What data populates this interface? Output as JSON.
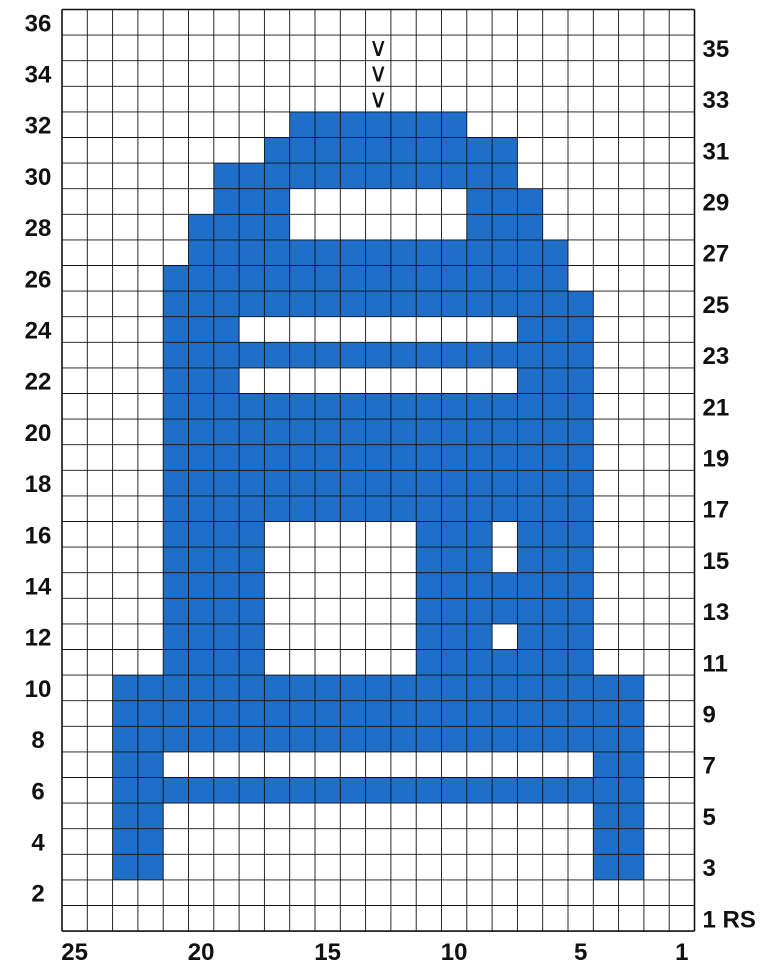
{
  "chart": {
    "columns": 25,
    "rows": 36,
    "fill_color": "#1f6ec8",
    "grid_color": "#111111",
    "background": "#ffffff",
    "fill_runs": [
      {
        "row": 3,
        "ranges": [
          [
            22,
            23
          ],
          [
            3,
            4
          ]
        ]
      },
      {
        "row": 4,
        "ranges": [
          [
            22,
            23
          ],
          [
            3,
            4
          ]
        ]
      },
      {
        "row": 5,
        "ranges": [
          [
            22,
            23
          ],
          [
            3,
            4
          ]
        ]
      },
      {
        "row": 6,
        "ranges": [
          [
            3,
            23
          ]
        ]
      },
      {
        "row": 7,
        "ranges": [
          [
            22,
            23
          ],
          [
            3,
            4
          ]
        ]
      },
      {
        "row": 8,
        "ranges": [
          [
            3,
            23
          ]
        ]
      },
      {
        "row": 9,
        "ranges": [
          [
            3,
            23
          ]
        ]
      },
      {
        "row": 10,
        "ranges": [
          [
            3,
            23
          ]
        ]
      },
      {
        "row": 11,
        "ranges": [
          [
            18,
            21
          ],
          [
            5,
            11
          ],
          [
            8,
            8
          ]
        ]
      },
      {
        "row": 12,
        "ranges": [
          [
            18,
            21
          ],
          [
            9,
            11
          ],
          [
            5,
            7
          ]
        ]
      },
      {
        "row": 13,
        "ranges": [
          [
            18,
            21
          ],
          [
            5,
            11
          ]
        ]
      },
      {
        "row": 14,
        "ranges": [
          [
            18,
            21
          ],
          [
            5,
            11
          ]
        ]
      },
      {
        "row": 15,
        "ranges": [
          [
            18,
            21
          ],
          [
            9,
            11
          ],
          [
            5,
            7
          ]
        ]
      },
      {
        "row": 16,
        "ranges": [
          [
            18,
            21
          ],
          [
            9,
            11
          ],
          [
            5,
            7
          ]
        ]
      },
      {
        "row": 17,
        "ranges": [
          [
            5,
            21
          ]
        ]
      },
      {
        "row": 18,
        "ranges": [
          [
            5,
            21
          ]
        ]
      },
      {
        "row": 19,
        "ranges": [
          [
            5,
            21
          ]
        ]
      },
      {
        "row": 20,
        "ranges": [
          [
            5,
            21
          ]
        ]
      },
      {
        "row": 21,
        "ranges": [
          [
            5,
            21
          ]
        ]
      },
      {
        "row": 22,
        "ranges": [
          [
            19,
            21
          ],
          [
            5,
            7
          ]
        ]
      },
      {
        "row": 23,
        "ranges": [
          [
            5,
            21
          ]
        ]
      },
      {
        "row": 24,
        "ranges": [
          [
            19,
            21
          ],
          [
            5,
            7
          ]
        ]
      },
      {
        "row": 25,
        "ranges": [
          [
            5,
            21
          ]
        ]
      },
      {
        "row": 26,
        "ranges": [
          [
            6,
            21
          ]
        ]
      },
      {
        "row": 27,
        "ranges": [
          [
            6,
            20
          ]
        ]
      },
      {
        "row": 28,
        "ranges": [
          [
            17,
            20
          ],
          [
            7,
            9
          ]
        ]
      },
      {
        "row": 29,
        "ranges": [
          [
            17,
            19
          ],
          [
            7,
            9
          ]
        ]
      },
      {
        "row": 30,
        "ranges": [
          [
            8,
            19
          ]
        ]
      },
      {
        "row": 31,
        "ranges": [
          [
            8,
            17
          ]
        ]
      },
      {
        "row": 32,
        "ranges": [
          [
            10,
            16
          ]
        ]
      }
    ],
    "stitch_marks": [
      {
        "row": 33,
        "col": 13,
        "symbol": "∨"
      },
      {
        "row": 34,
        "col": 13,
        "symbol": "∨"
      },
      {
        "row": 35,
        "col": 13,
        "symbol": "∨"
      }
    ],
    "left_row_labels": [
      "36",
      "34",
      "32",
      "30",
      "28",
      "26",
      "24",
      "22",
      "20",
      "18",
      "16",
      "14",
      "12",
      "10",
      "8",
      "6",
      "4",
      "2"
    ],
    "right_row_labels": [
      "35",
      "33",
      "31",
      "29",
      "27",
      "25",
      "23",
      "21",
      "19",
      "17",
      "15",
      "13",
      "11",
      "9",
      "7",
      "5",
      "3",
      "1 RS"
    ],
    "column_labels": [
      "25",
      "20",
      "15",
      "10",
      "5",
      "1"
    ]
  }
}
